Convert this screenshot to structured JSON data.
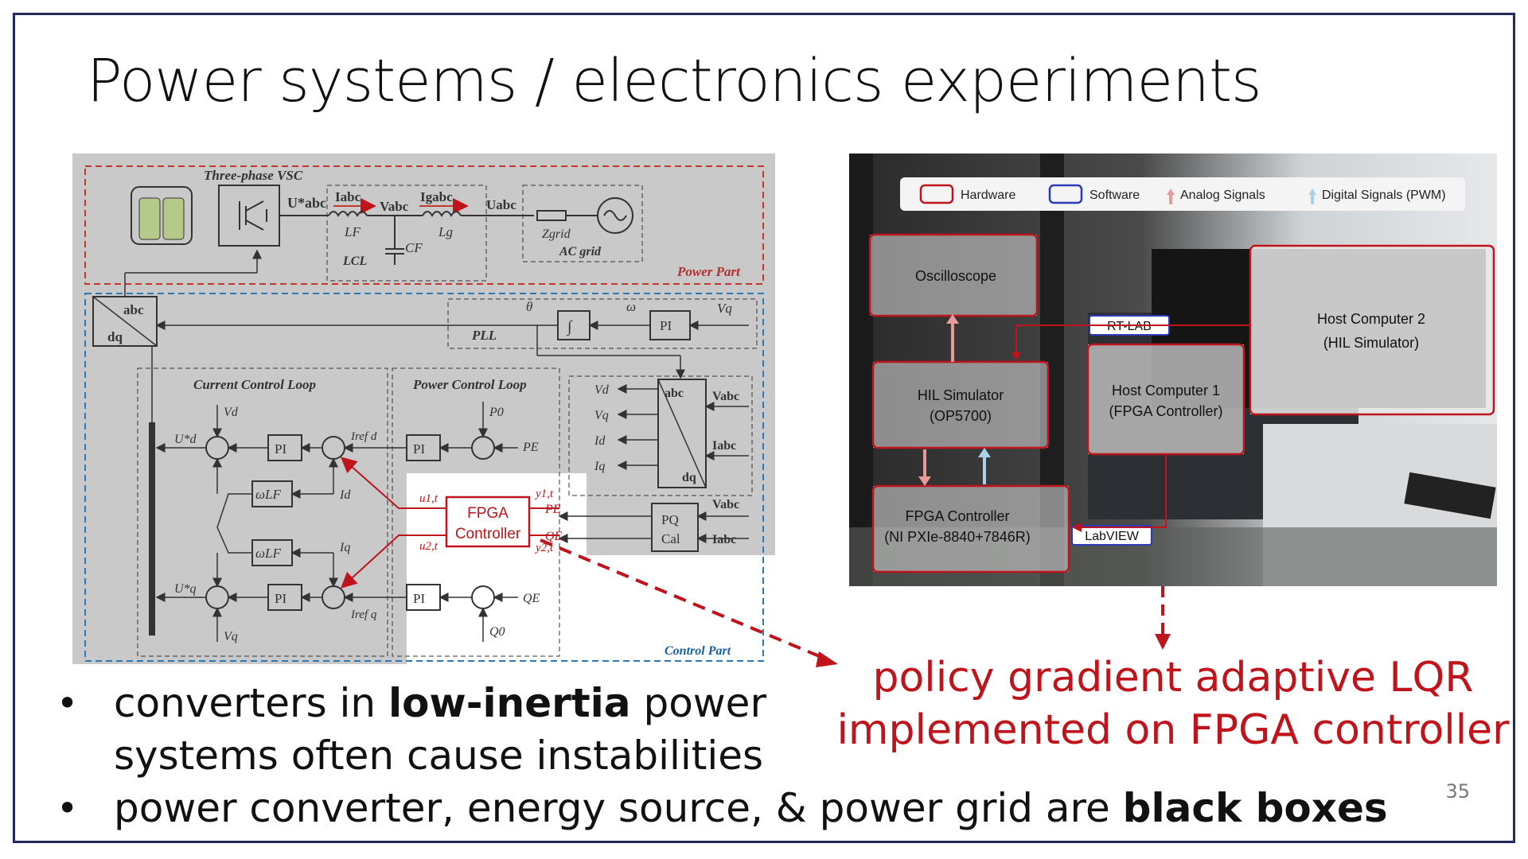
{
  "slide": {
    "title": "Power systems / electronics experiments",
    "page_number": "35"
  },
  "bullets": [
    {
      "pre": "converters in ",
      "bold": "low-inertia",
      "post": " power",
      "line2": "systems often cause instabilities"
    },
    {
      "pre": "power converter, energy source, & power grid are ",
      "bold": "black boxes"
    }
  ],
  "callout": {
    "line1": "policy gradient adaptive LQR",
    "line2": "implemented on FPGA controller"
  },
  "diagram": {
    "three_phase_vsc": "Three-phase VSC",
    "power_part": "Power Part",
    "control_part": "Control Part",
    "pll": "PLL",
    "current_loop": "Current Control Loop",
    "power_loop": "Power Control Loop",
    "lcl": "LCL",
    "ac_grid": "AC grid",
    "pi": "PI",
    "pq_cal_1": "PQ",
    "pq_cal_2": "Cal",
    "fpga_1": "FPGA",
    "fpga_2": "Controller",
    "abc": "abc",
    "dq": "dq",
    "u_abc_star": "U*abc",
    "i_abc": "Iabc",
    "v_abc": "Vabc",
    "ig_abc": "Igabc",
    "u_abc": "Uabc",
    "lf": "LF",
    "lg": "Lg",
    "cf": "CF",
    "z_grid": "Zgrid",
    "theta": "θ",
    "omega": "ω",
    "vq": "Vq",
    "vd": "Vd",
    "id": "Id",
    "iq": "Iq",
    "p0": "P0",
    "q0": "Q0",
    "pe": "PE",
    "qe": "QE",
    "ud_star": "U*d",
    "uq_star": "U*q",
    "idref": "Iref d",
    "iqref": "Iref q",
    "wlf": "ωLF",
    "u1t": "u1,t",
    "u2t": "u2,t",
    "y1t": "y1,t",
    "y2t": "y2,t"
  },
  "photo": {
    "legend": [
      "Hardware",
      "Software",
      "Analog Signals",
      "Digital Signals (PWM)"
    ],
    "oscilloscope": "Oscilloscope",
    "rtlab": "RT-LAB",
    "host2_1": "Host Computer 2",
    "host2_2": "(HIL Simulator)",
    "hil_1": "HIL Simulator",
    "hil_2": "(OP5700)",
    "host1_1": "Host Computer 1",
    "host1_2": "(FPGA Controller)",
    "fpga_1": "FPGA Controller",
    "fpga_2": "(NI PXIe-8840+7846R)",
    "labview": "LabVIEW"
  },
  "colors": {
    "accent_red": "#c0141c",
    "frame": "#1f2a55",
    "diagram_bg": "#c9c9c9"
  }
}
